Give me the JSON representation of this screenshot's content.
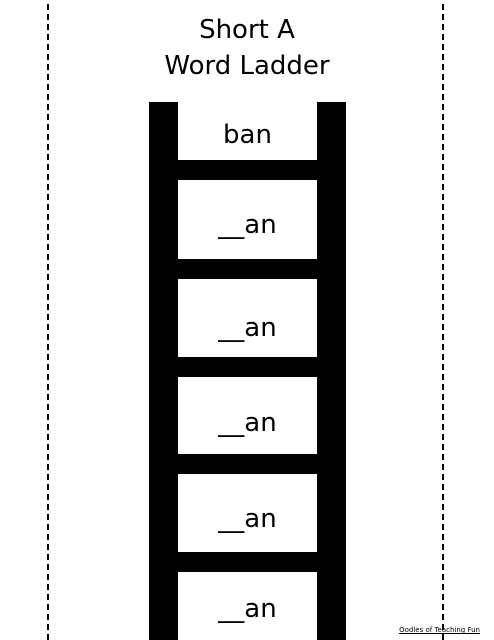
{
  "title": {
    "line1": "Short A",
    "line2": "Word Ladder"
  },
  "words": [
    "ban",
    "__an",
    "__an",
    "__an",
    "__an",
    "__an"
  ],
  "credit": "Oodles of Teaching Fun"
}
